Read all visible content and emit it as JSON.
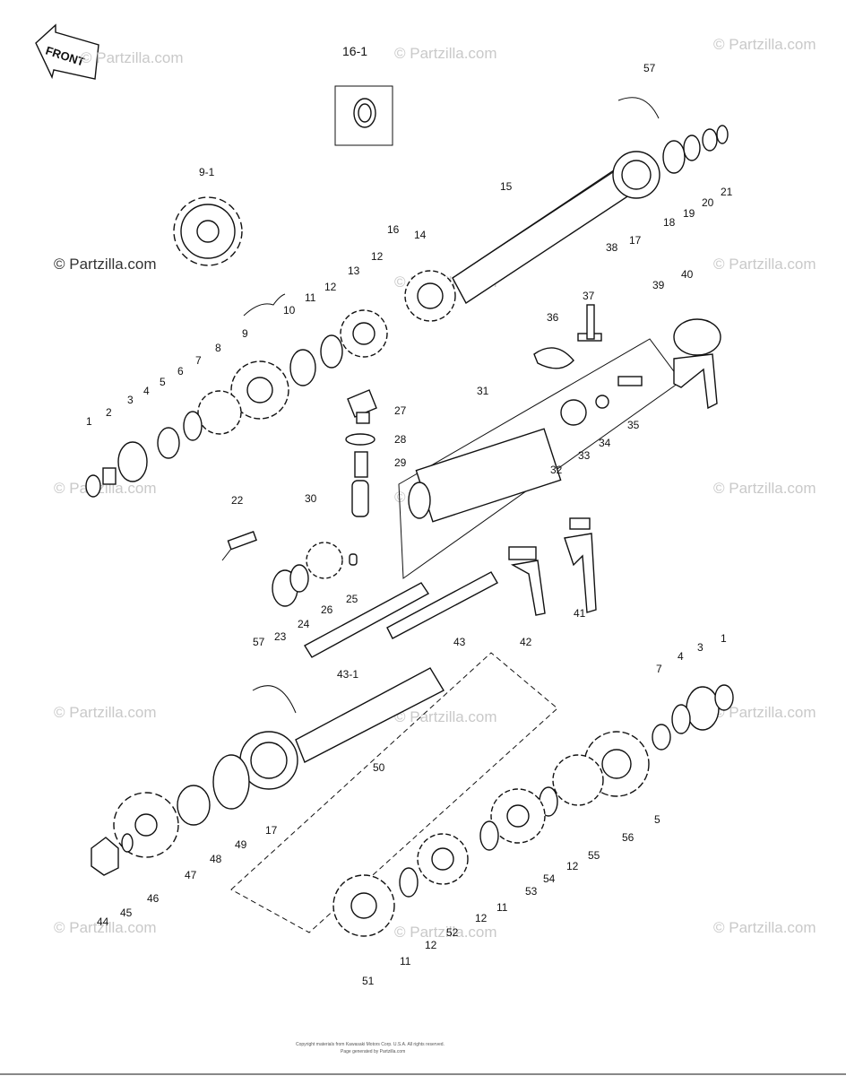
{
  "front_label": "FRONT",
  "watermark": "© Partzilla.com",
  "footer": {
    "line1": "Copyright materials from Kawasaki Motors Corp. U.S.A. All rights reserved.",
    "line2": "Page generated by Partzilla.com"
  },
  "callouts": [
    "16-1",
    "57",
    "9-1",
    "15",
    "21",
    "20",
    "19",
    "18",
    "17",
    "14",
    "16",
    "12",
    "13",
    "11",
    "12",
    "10",
    "9",
    "8",
    "7",
    "6",
    "5",
    "4",
    "3",
    "2",
    "1",
    "38",
    "37",
    "39",
    "40",
    "36",
    "31",
    "27",
    "28",
    "29",
    "30",
    "33",
    "34",
    "35",
    "32",
    "22",
    "24",
    "26",
    "25",
    "23",
    "43-1",
    "43",
    "42",
    "41",
    "57",
    "1",
    "3",
    "4",
    "7",
    "50",
    "17",
    "49",
    "48",
    "47",
    "46",
    "45",
    "44",
    "5",
    "56",
    "55",
    "12",
    "54",
    "53",
    "11",
    "12",
    "52",
    "12",
    "11",
    "51"
  ]
}
